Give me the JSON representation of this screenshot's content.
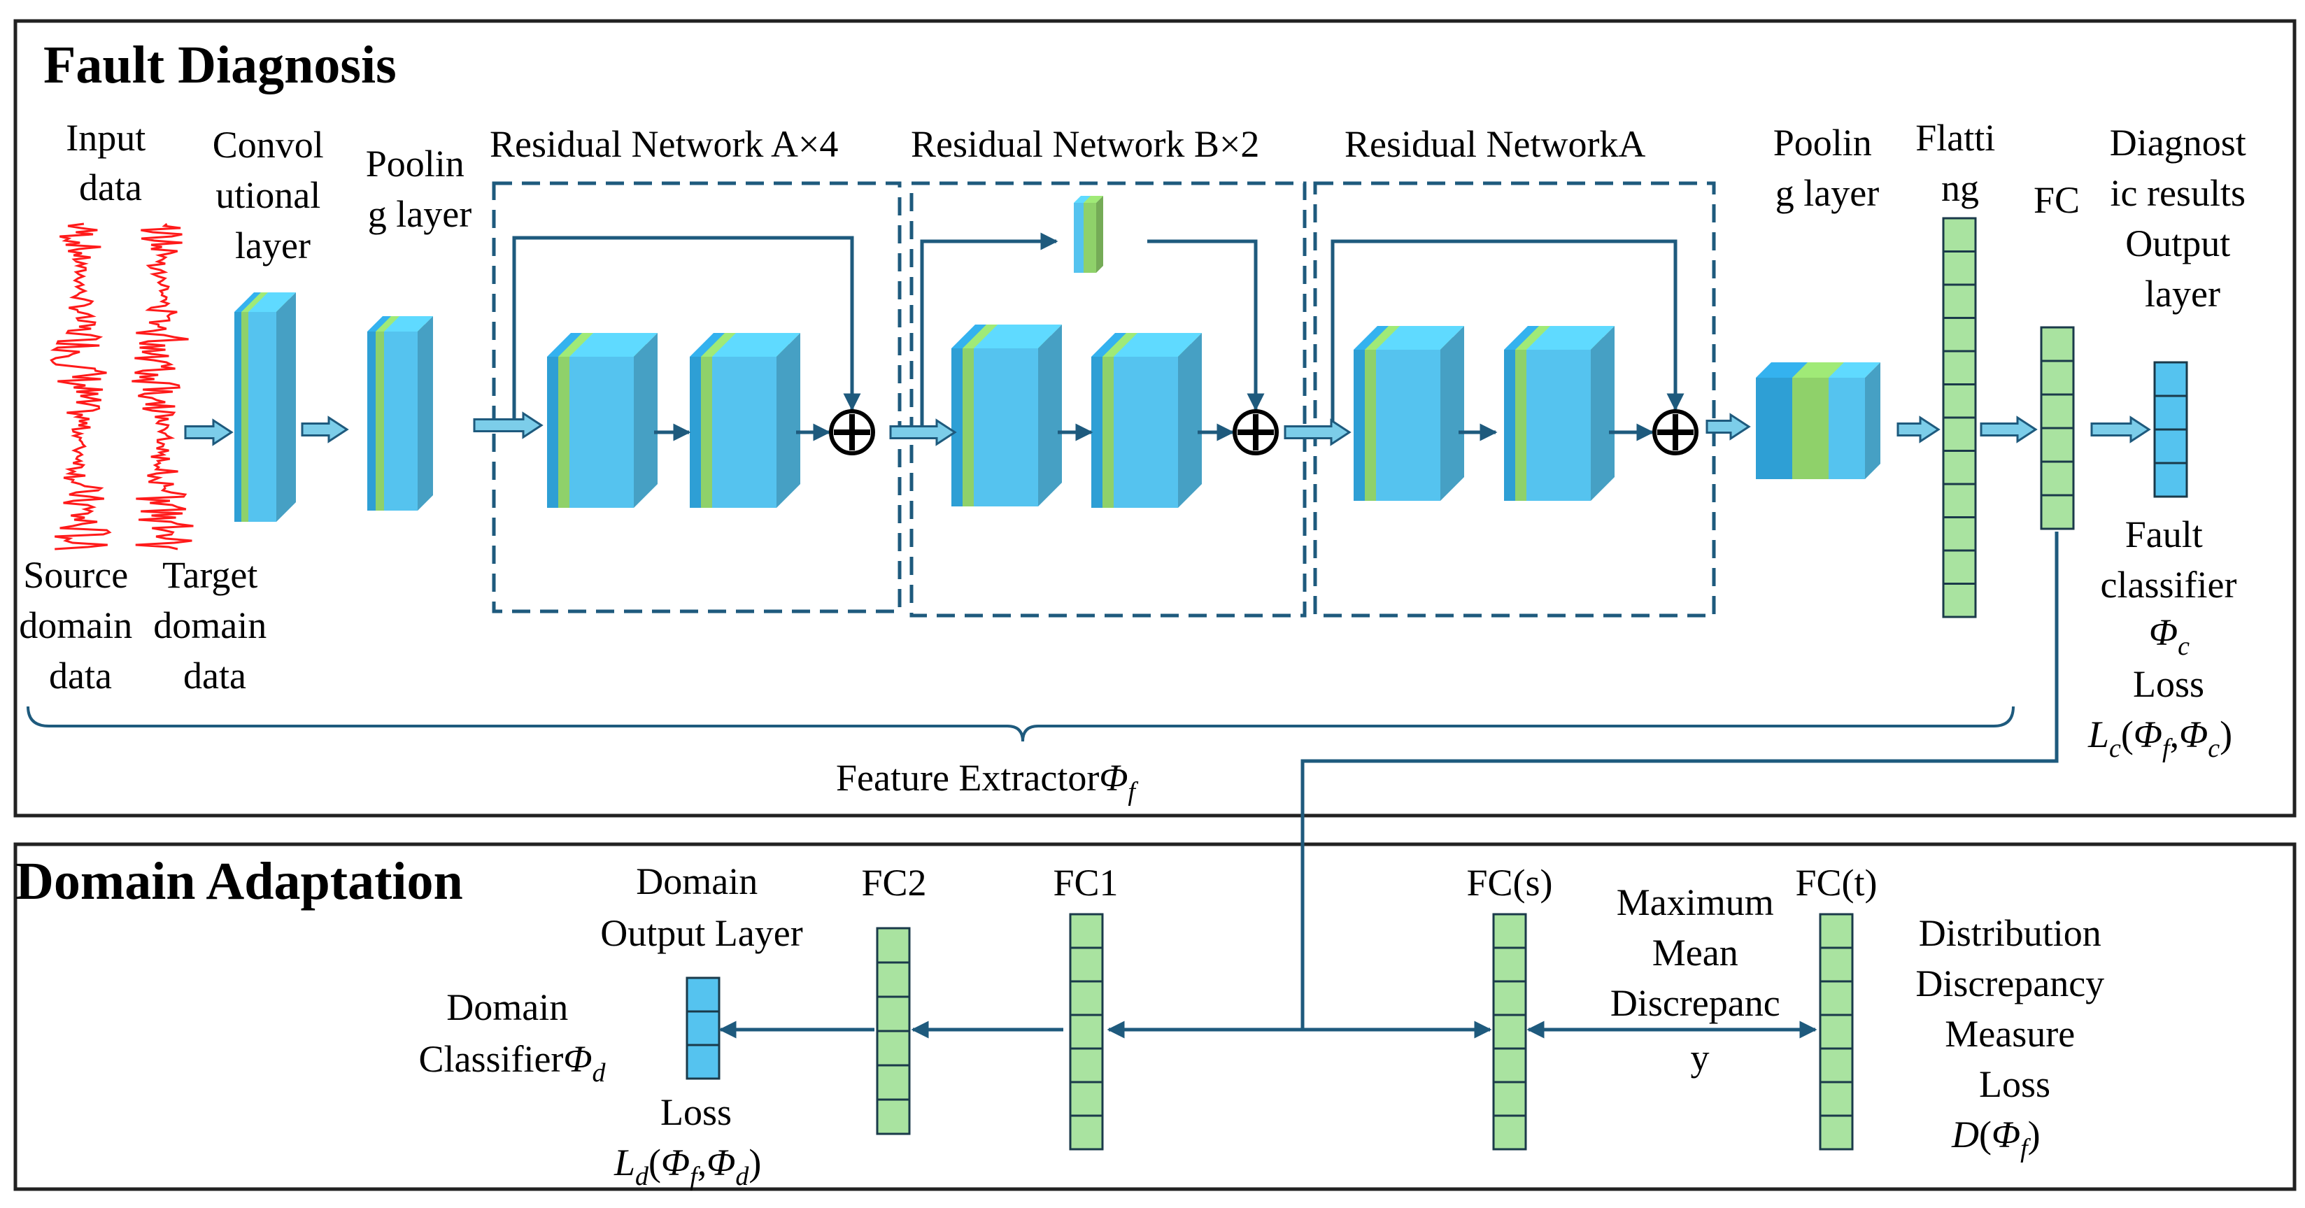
{
  "colors": {
    "blue": "#2e9fd5",
    "light_blue": "#55c3ef",
    "green": "#8fd16a",
    "cell_green": "#a9e3a0",
    "arrow_fill": "#7ccde9",
    "dark_line": "#1e5a7d",
    "signal_red": "#ff1a1a"
  },
  "fault_diagnosis": {
    "title": "Fault Diagnosis",
    "input_data": [
      "Input",
      "data"
    ],
    "source_domain": [
      "Source",
      "domain",
      "data"
    ],
    "target_domain": [
      "Target",
      "domain",
      "data"
    ],
    "conv_layer": [
      "Convol",
      "utional",
      "layer"
    ],
    "pooling_layer_1": [
      "Poolin",
      "g layer"
    ],
    "residual_a4": "Residual  Network A×4",
    "residual_b2": "Residual  Network B×2",
    "residual_a": "Residual  NetworkA",
    "pooling_layer_2": [
      "Poolin",
      "g layer"
    ],
    "flatting": [
      "Flatti",
      "ng"
    ],
    "fc": "FC",
    "output_layer": [
      "Diagnost",
      "ic results",
      "Output",
      "layer"
    ],
    "fault_classifier": [
      "Fault",
      "classifier"
    ],
    "phi_c": "Φ",
    "phi_c_sub": "c",
    "loss": "Loss",
    "loss_formula": {
      "L": "L",
      "L_sub": "c",
      "open": "(",
      "phi_f": "Φ",
      "phi_f_sub": "f",
      "comma": ",",
      "phi_c": "Φ",
      "phi_c_sub": "c",
      "close": ")"
    },
    "feature_extractor": "Feature Extractor",
    "feature_extractor_phi": "Φ",
    "feature_extractor_sub": "f"
  },
  "domain_adaptation": {
    "title": "Domain Adaptation",
    "domain_output_layer": [
      "Domain",
      "Output Layer"
    ],
    "fc2": "FC2",
    "fc1": "FC1",
    "fc_s": "FC(s)",
    "fc_t": "FC(t)",
    "mmd": [
      "Maximum",
      "Mean",
      "Discrepanc",
      "y"
    ],
    "domain_classifier": [
      "Domain",
      "Classifier"
    ],
    "domain_classifier_phi": "Φ",
    "domain_classifier_sub": "d",
    "loss": "Loss",
    "loss_formula": {
      "L": "L",
      "L_sub": "d",
      "open": "(",
      "phi_f": "Φ",
      "phi_f_sub": "f",
      "comma": ",",
      "phi_d": "Φ",
      "phi_d_sub": "d",
      "close": ")"
    },
    "distribution": [
      "Distribution",
      "Discrepancy",
      "Measure",
      "Loss"
    ],
    "d_formula": {
      "D": "D",
      "open": "(",
      "phi": "Φ",
      "phi_sub": "f",
      "close": ")"
    }
  }
}
